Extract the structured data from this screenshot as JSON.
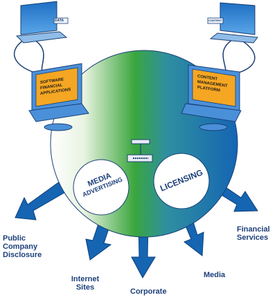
{
  "laptops": {
    "left": {
      "tag": "DATA",
      "screen_lines": [
        "SOFTWARE",
        "FINANCIAL",
        "APPLICATIONS"
      ]
    },
    "right": {
      "tag": "CONTENT",
      "screen_lines": [
        "CONTENT",
        "MANAGEMENT",
        "PLATFORM"
      ]
    }
  },
  "circles": {
    "left": {
      "lines": [
        "MEDIA",
        "ADVERTISING"
      ]
    },
    "right": {
      "lines": [
        "LICENSING"
      ]
    }
  },
  "outputs": [
    {
      "lines": [
        "Public",
        "Company",
        "Disclosure"
      ]
    },
    {
      "lines": [
        "Internet",
        "Sites"
      ]
    },
    {
      "lines": [
        "Corporate"
      ]
    },
    {
      "lines": [
        "Media"
      ]
    },
    {
      "lines": [
        "Financial",
        "Services"
      ]
    }
  ],
  "colors": {
    "sphere_left": "#ffffff",
    "sphere_mid": "#3aa63e",
    "sphere_right": "#1565b3",
    "arrow": "#1565b3",
    "screen_orange": "#f5a623",
    "laptop_blue": "#4a90d9",
    "text_blue": "#1d3f7a"
  }
}
